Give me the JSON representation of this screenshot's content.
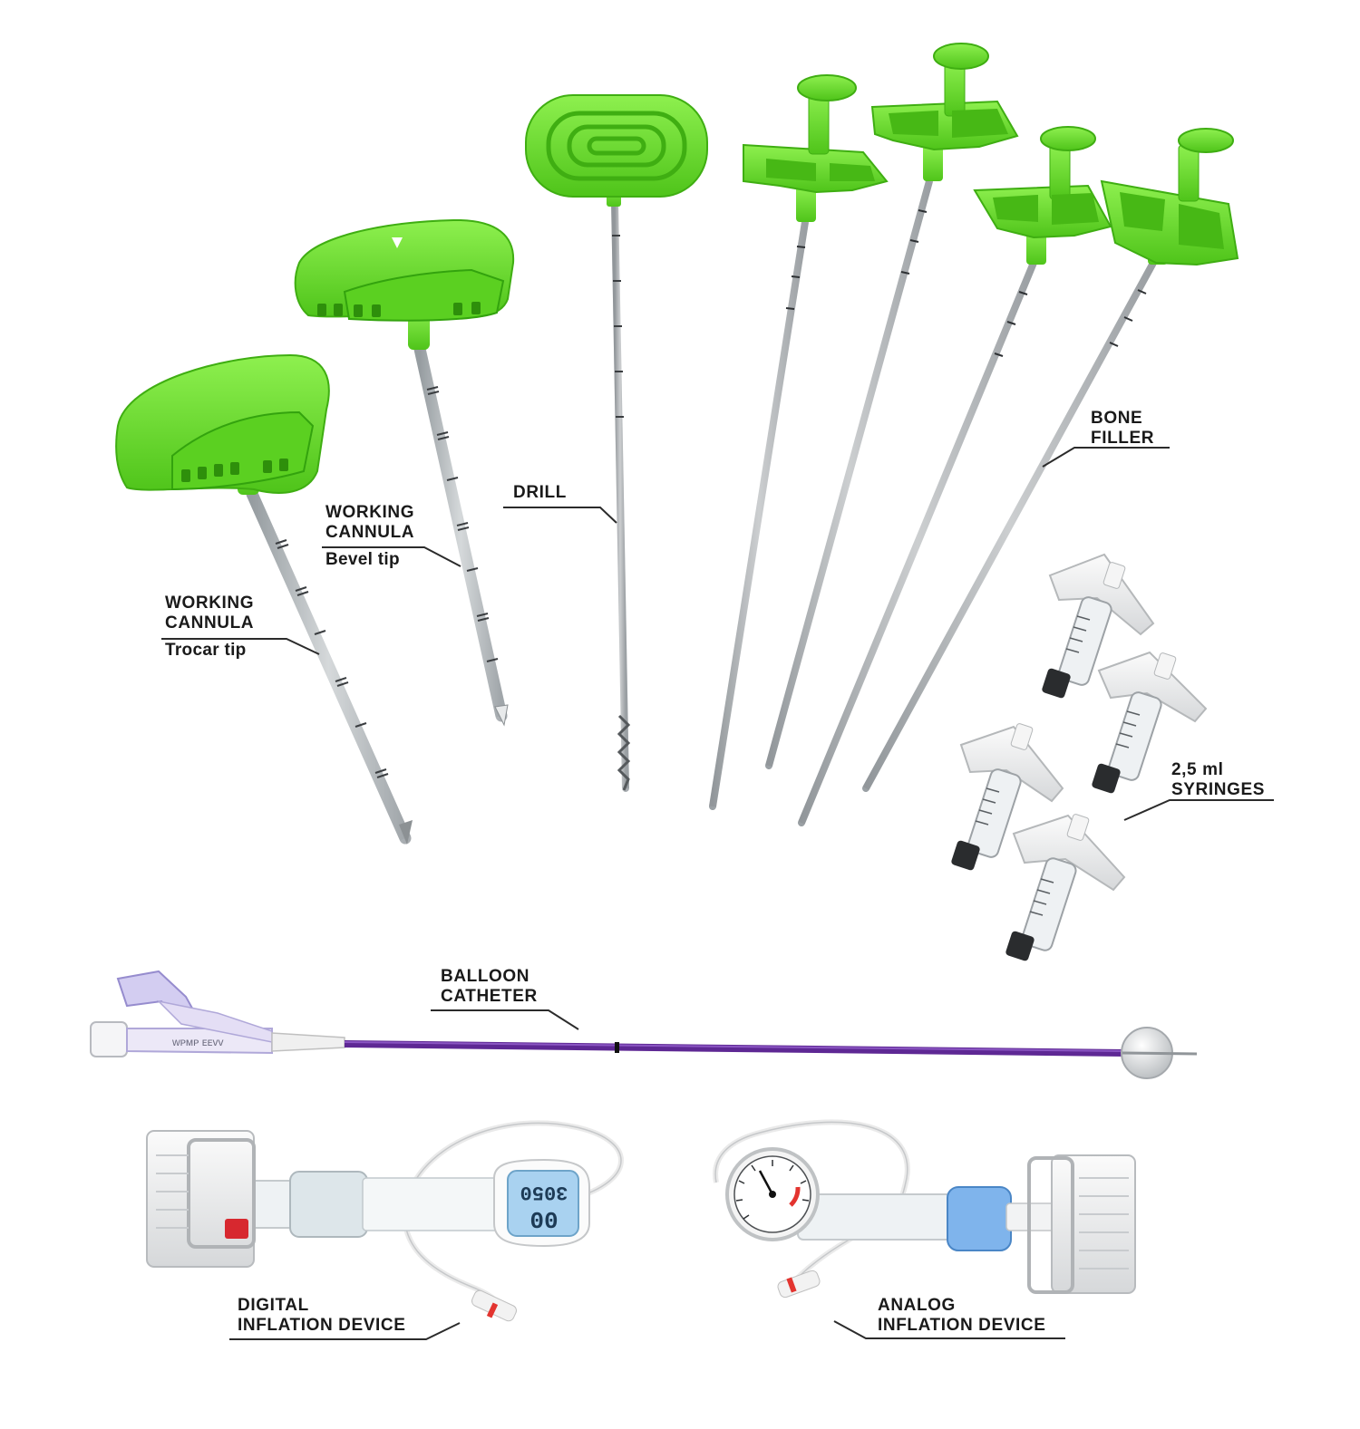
{
  "colors": {
    "green": "#6ee02e",
    "green_dark": "#3fae12",
    "steel": "#c9cdd0",
    "purple": "#6a2fa0",
    "label_text": "#1a1a1a"
  },
  "labels": {
    "working_cannula_trocar": {
      "line1": "WORKING",
      "line2": "CANNULA",
      "sub": "Trocar tip"
    },
    "working_cannula_bevel": {
      "line1": "WORKING",
      "line2": "CANNULA",
      "sub": "Bevel tip"
    },
    "drill": {
      "line1": "DRILL"
    },
    "bone_filler": {
      "line1": "BONE",
      "line2": "FILLER"
    },
    "syringes": {
      "line1": "2,5 ml",
      "line2": "SYRINGES"
    },
    "balloon_catheter": {
      "line1": "BALLOON",
      "line2": "CATHETER"
    },
    "digital_inflation": {
      "line1": "DIGITAL",
      "line2": "INFLATION DEVICE"
    },
    "analog_inflation": {
      "line1": "ANALOG",
      "line2": "INFLATION DEVICE"
    }
  },
  "digital_display": {
    "top": "3050",
    "bottom": "00"
  }
}
